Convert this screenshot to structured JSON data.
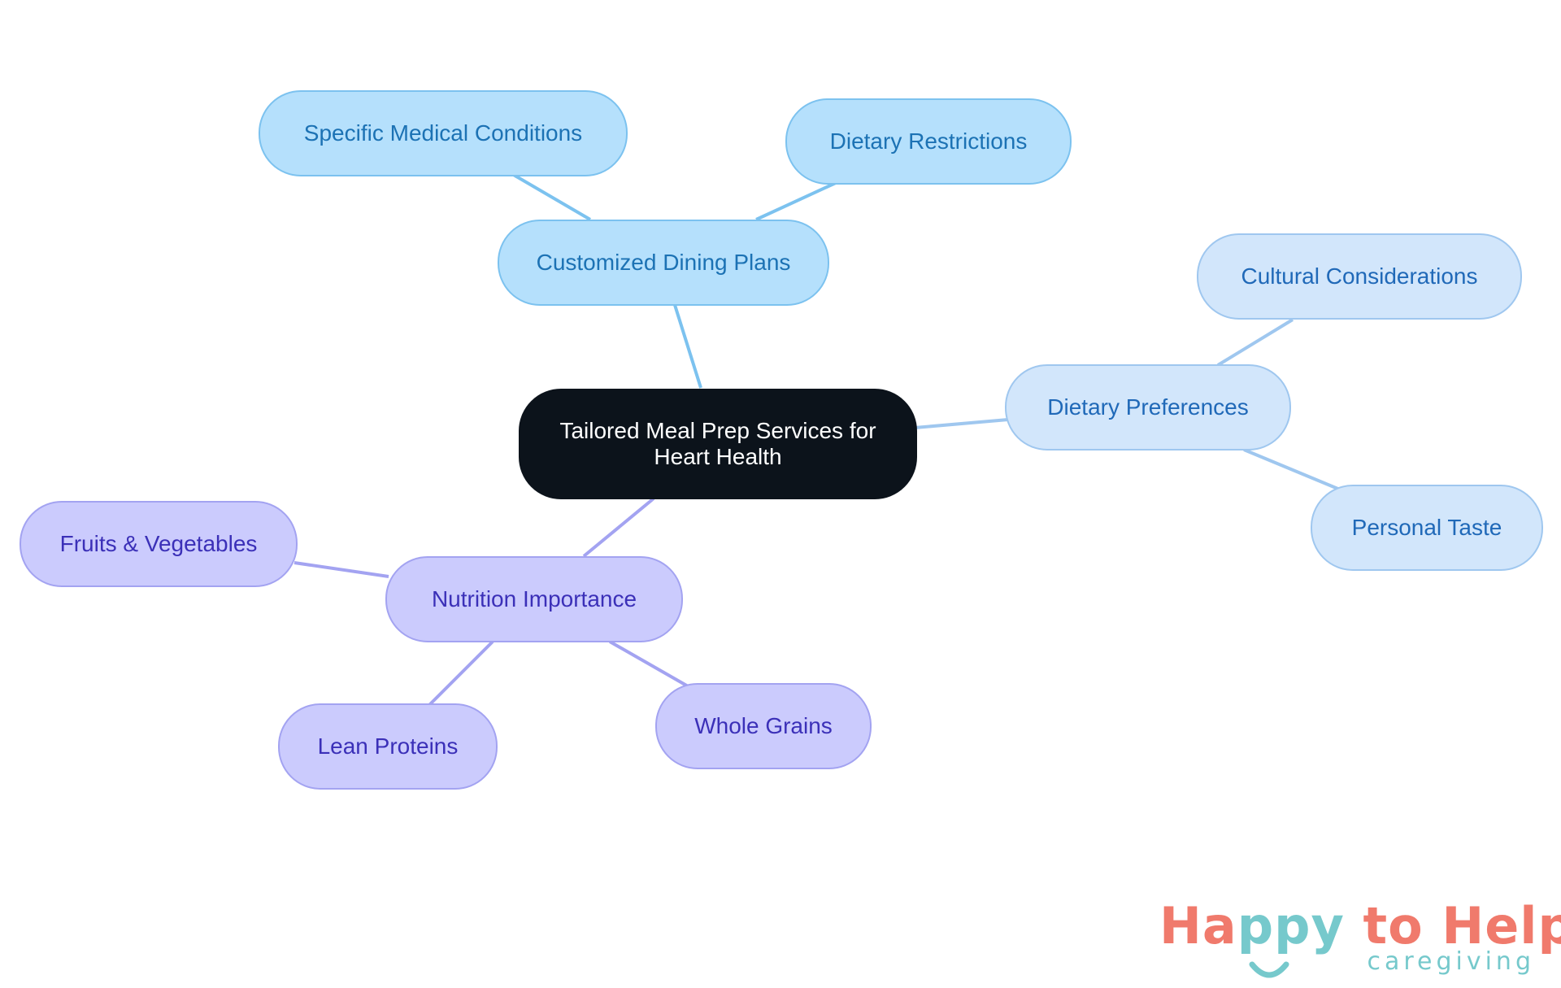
{
  "diagram": {
    "root": {
      "label": "Tailored Meal Prep Services for Heart Health"
    },
    "branches": [
      {
        "key": "customized",
        "label": "Customized Dining Plans",
        "color": "#7cc2ef",
        "children": [
          "Specific Medical Conditions",
          "Dietary Restrictions"
        ]
      },
      {
        "key": "preferences",
        "label": "Dietary Preferences",
        "color": "#9fc7ef",
        "children": [
          "Cultural Considerations",
          "Personal Taste"
        ]
      },
      {
        "key": "nutrition",
        "label": "Nutrition Importance",
        "color": "#a3a3f1",
        "children": [
          "Fruits & Vegetables",
          "Lean Proteins",
          "Whole Grains"
        ]
      }
    ]
  },
  "logo": {
    "brand_part1": "Ha",
    "brand_part2": "ppy",
    "brand_part3": " to Help",
    "tagline": "caregiving",
    "colors": {
      "coral": "#f07a6c",
      "teal": "#76c9cc"
    }
  }
}
